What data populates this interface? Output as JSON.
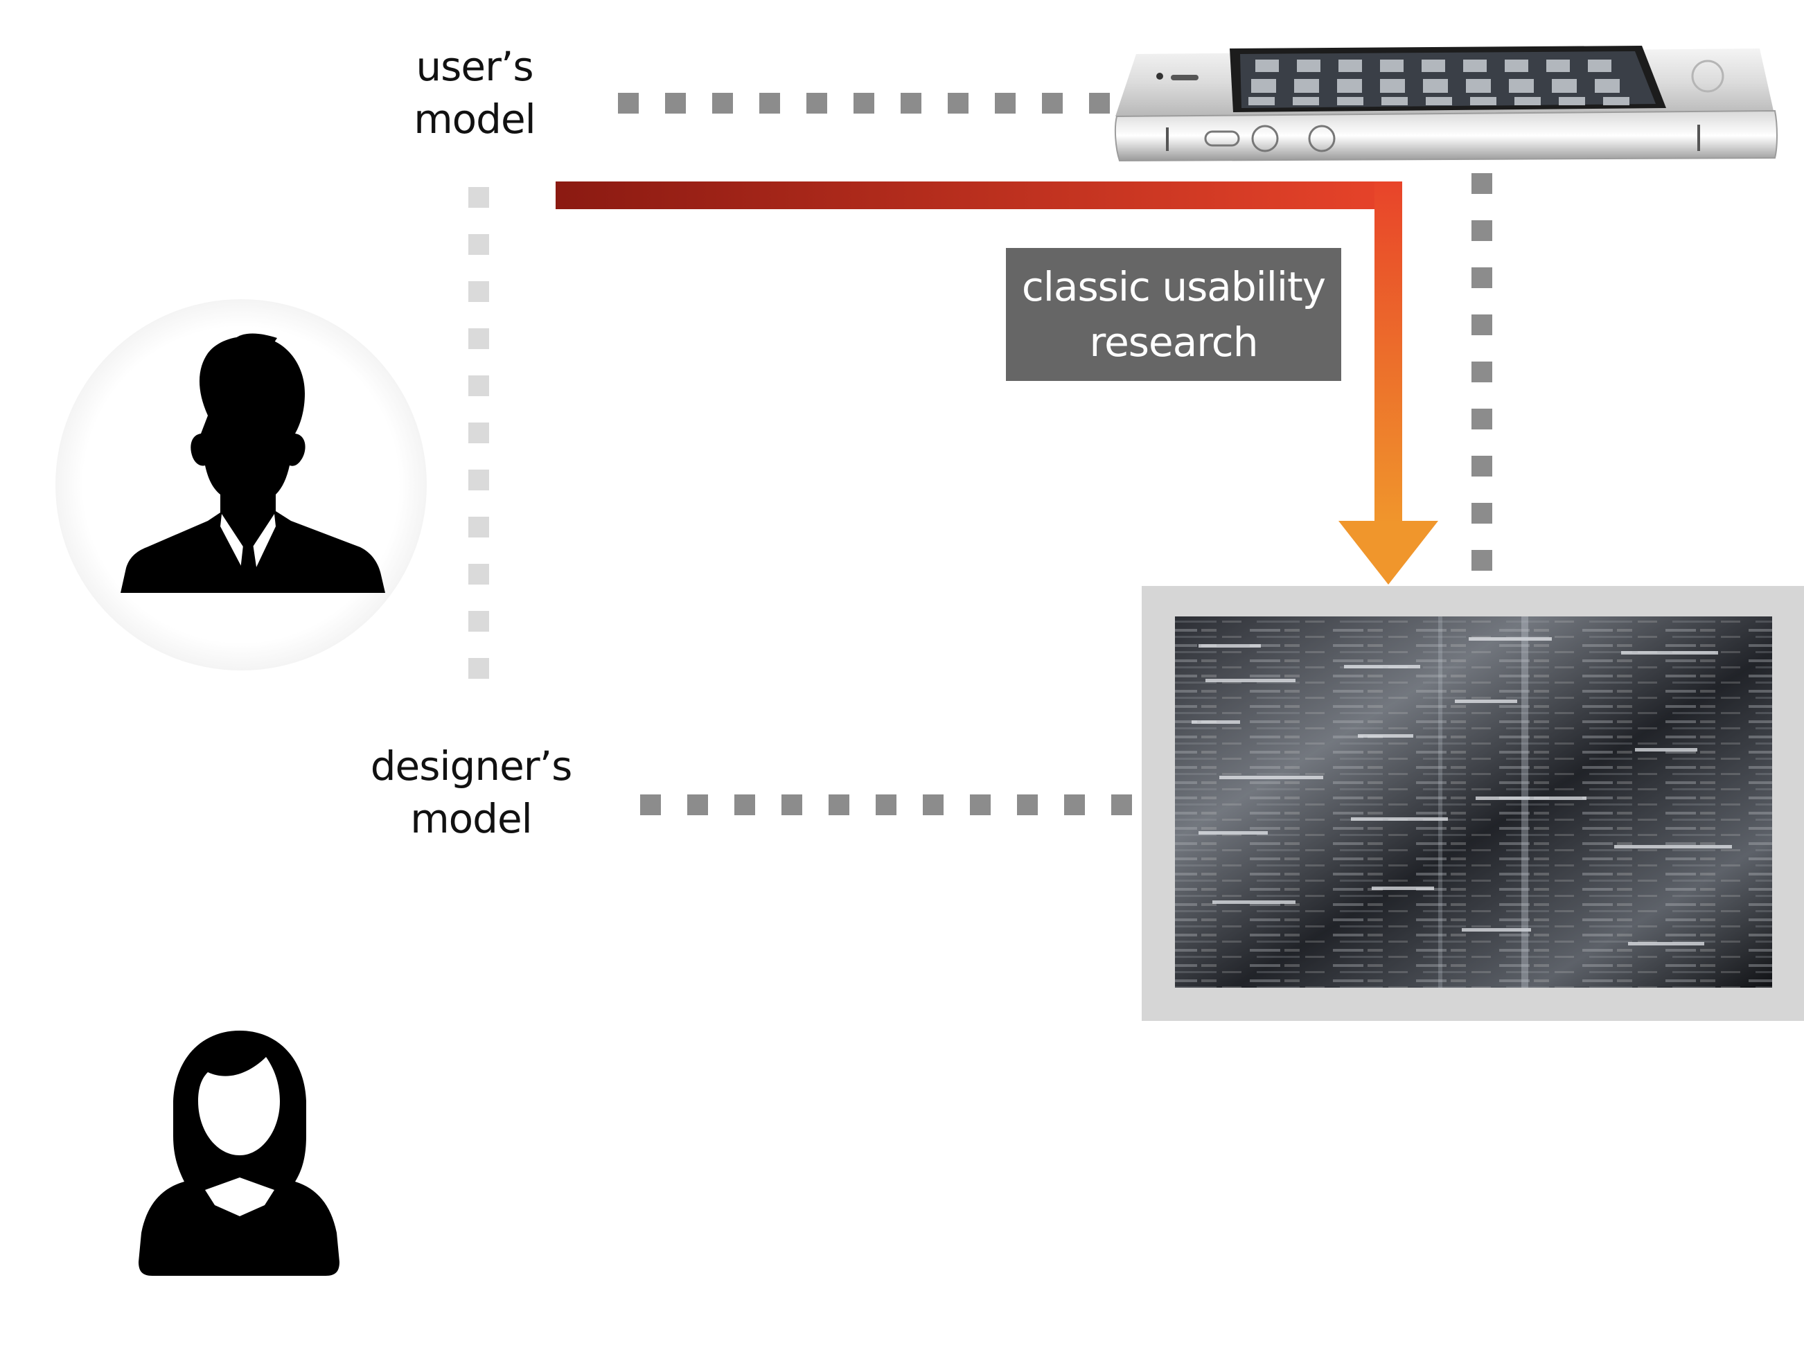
{
  "diagram": {
    "user_model_label": [
      "user’s",
      "model"
    ],
    "designer_model_label": [
      "designer’s",
      "model"
    ],
    "research_label": [
      "classic usability",
      "research"
    ]
  },
  "colors": {
    "dots_light": "#dadada",
    "dots_dark": "#8c8c8c",
    "arrow_start": "#8b1a12",
    "arrow_mid": "#e8482a",
    "arrow_end": "#f0932b",
    "label_box": "#666666",
    "silhouette": "#000000",
    "screen_frame": "#d6d6d6"
  },
  "icons": {
    "user": "man-in-suit-icon",
    "designer": "woman-icon",
    "device": "smartphone-icon",
    "code": "code-screen-image"
  }
}
